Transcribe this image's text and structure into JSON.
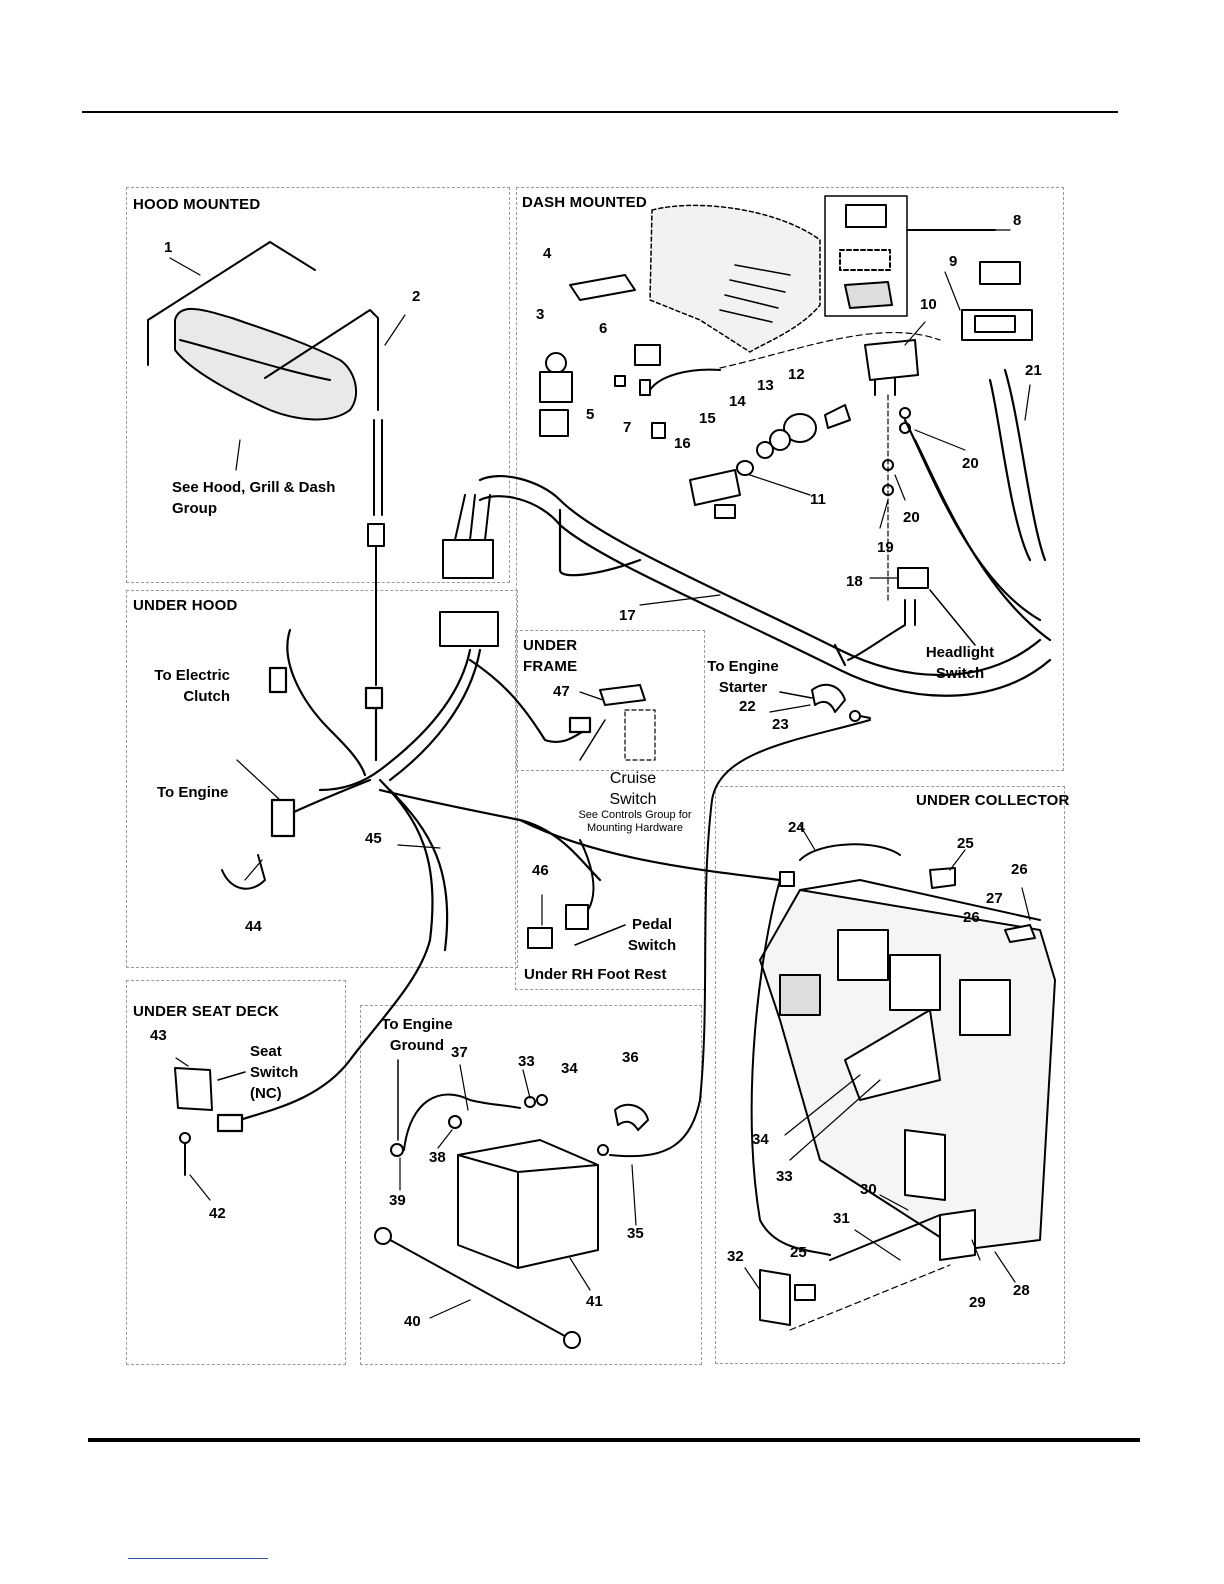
{
  "sections": {
    "hood_mounted": "HOOD MOUNTED",
    "dash_mounted": "DASH MOUNTED",
    "under_hood": "UNDER HOOD",
    "under_frame": "UNDER\nFRAME",
    "under_collector": "UNDER COLLECTOR",
    "under_seat_deck": "UNDER SEAT DECK"
  },
  "callouts": {
    "c1": "1",
    "c2": "2",
    "c3": "3",
    "c4": "4",
    "c5": "5",
    "c6": "6",
    "c7": "7",
    "c8": "8",
    "c9": "9",
    "c10": "10",
    "c11": "11",
    "c12": "12",
    "c13": "13",
    "c14": "14",
    "c15": "15",
    "c16": "16",
    "c17": "17",
    "c18": "18",
    "c19": "19",
    "c20a": "20",
    "c20b": "20",
    "c21": "21",
    "c22": "22",
    "c23": "23",
    "c24": "24",
    "c25a": "25",
    "c25b": "25",
    "c26a": "26",
    "c26b": "26",
    "c27": "27",
    "c28": "28",
    "c29": "29",
    "c30": "30",
    "c31": "31",
    "c32": "32",
    "c33a": "33",
    "c33b": "33",
    "c34a": "34",
    "c34b": "34",
    "c35": "35",
    "c36": "36",
    "c37": "37",
    "c38": "38",
    "c39": "39",
    "c40": "40",
    "c41": "41",
    "c42": "42",
    "c43": "43",
    "c44": "44",
    "c45": "45",
    "c46": "46",
    "c47": "47"
  },
  "labels": {
    "see_hood": "See Hood, Grill & Dash\nGroup",
    "to_electric_clutch": "To Electric\nClutch",
    "to_engine": "To Engine",
    "to_engine_starter": "To Engine\nStarter",
    "headlight_switch": "Headlight\nSwitch",
    "cruise_switch": "Cruise\nSwitch",
    "cruise_note": "See Controls Group for\nMounting Hardware",
    "pedal_switch": "Pedal\nSwitch",
    "under_rh_foot_rest": "Under RH Foot Rest",
    "to_engine_ground": "To Engine\nGround",
    "seat_switch": "Seat\nSwitch\n(NC)"
  }
}
